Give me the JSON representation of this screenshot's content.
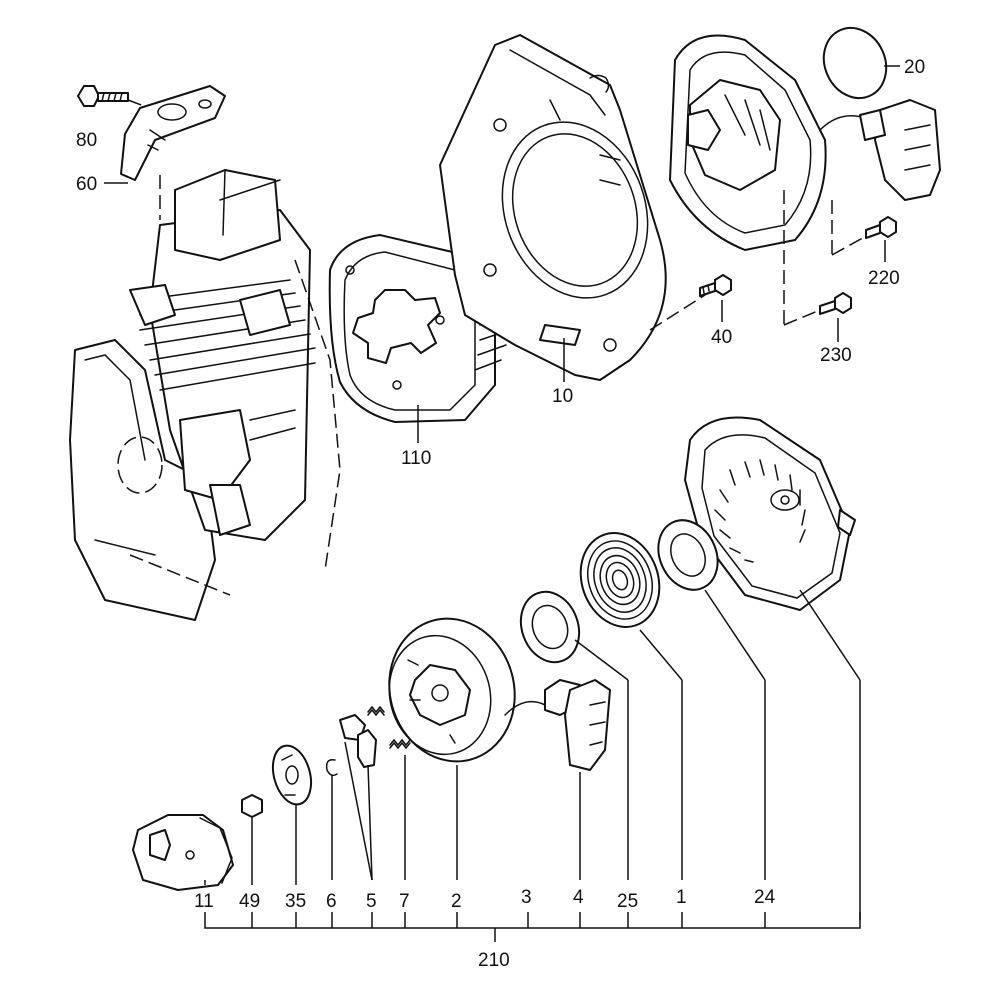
{
  "callouts": {
    "c80": "80",
    "c60": "60",
    "c110": "110",
    "c10": "10",
    "c40": "40",
    "c20": "20",
    "c220": "220",
    "c230": "230",
    "c11": "11",
    "c49": "49",
    "c35": "35",
    "c6": "6",
    "c5": "5",
    "c7": "7",
    "c2": "2",
    "c3": "3",
    "c4": "4",
    "c25": "25",
    "c1": "1",
    "c24": "24",
    "c210": "210"
  },
  "colors": {
    "line": "#111111",
    "background": "#ffffff"
  }
}
